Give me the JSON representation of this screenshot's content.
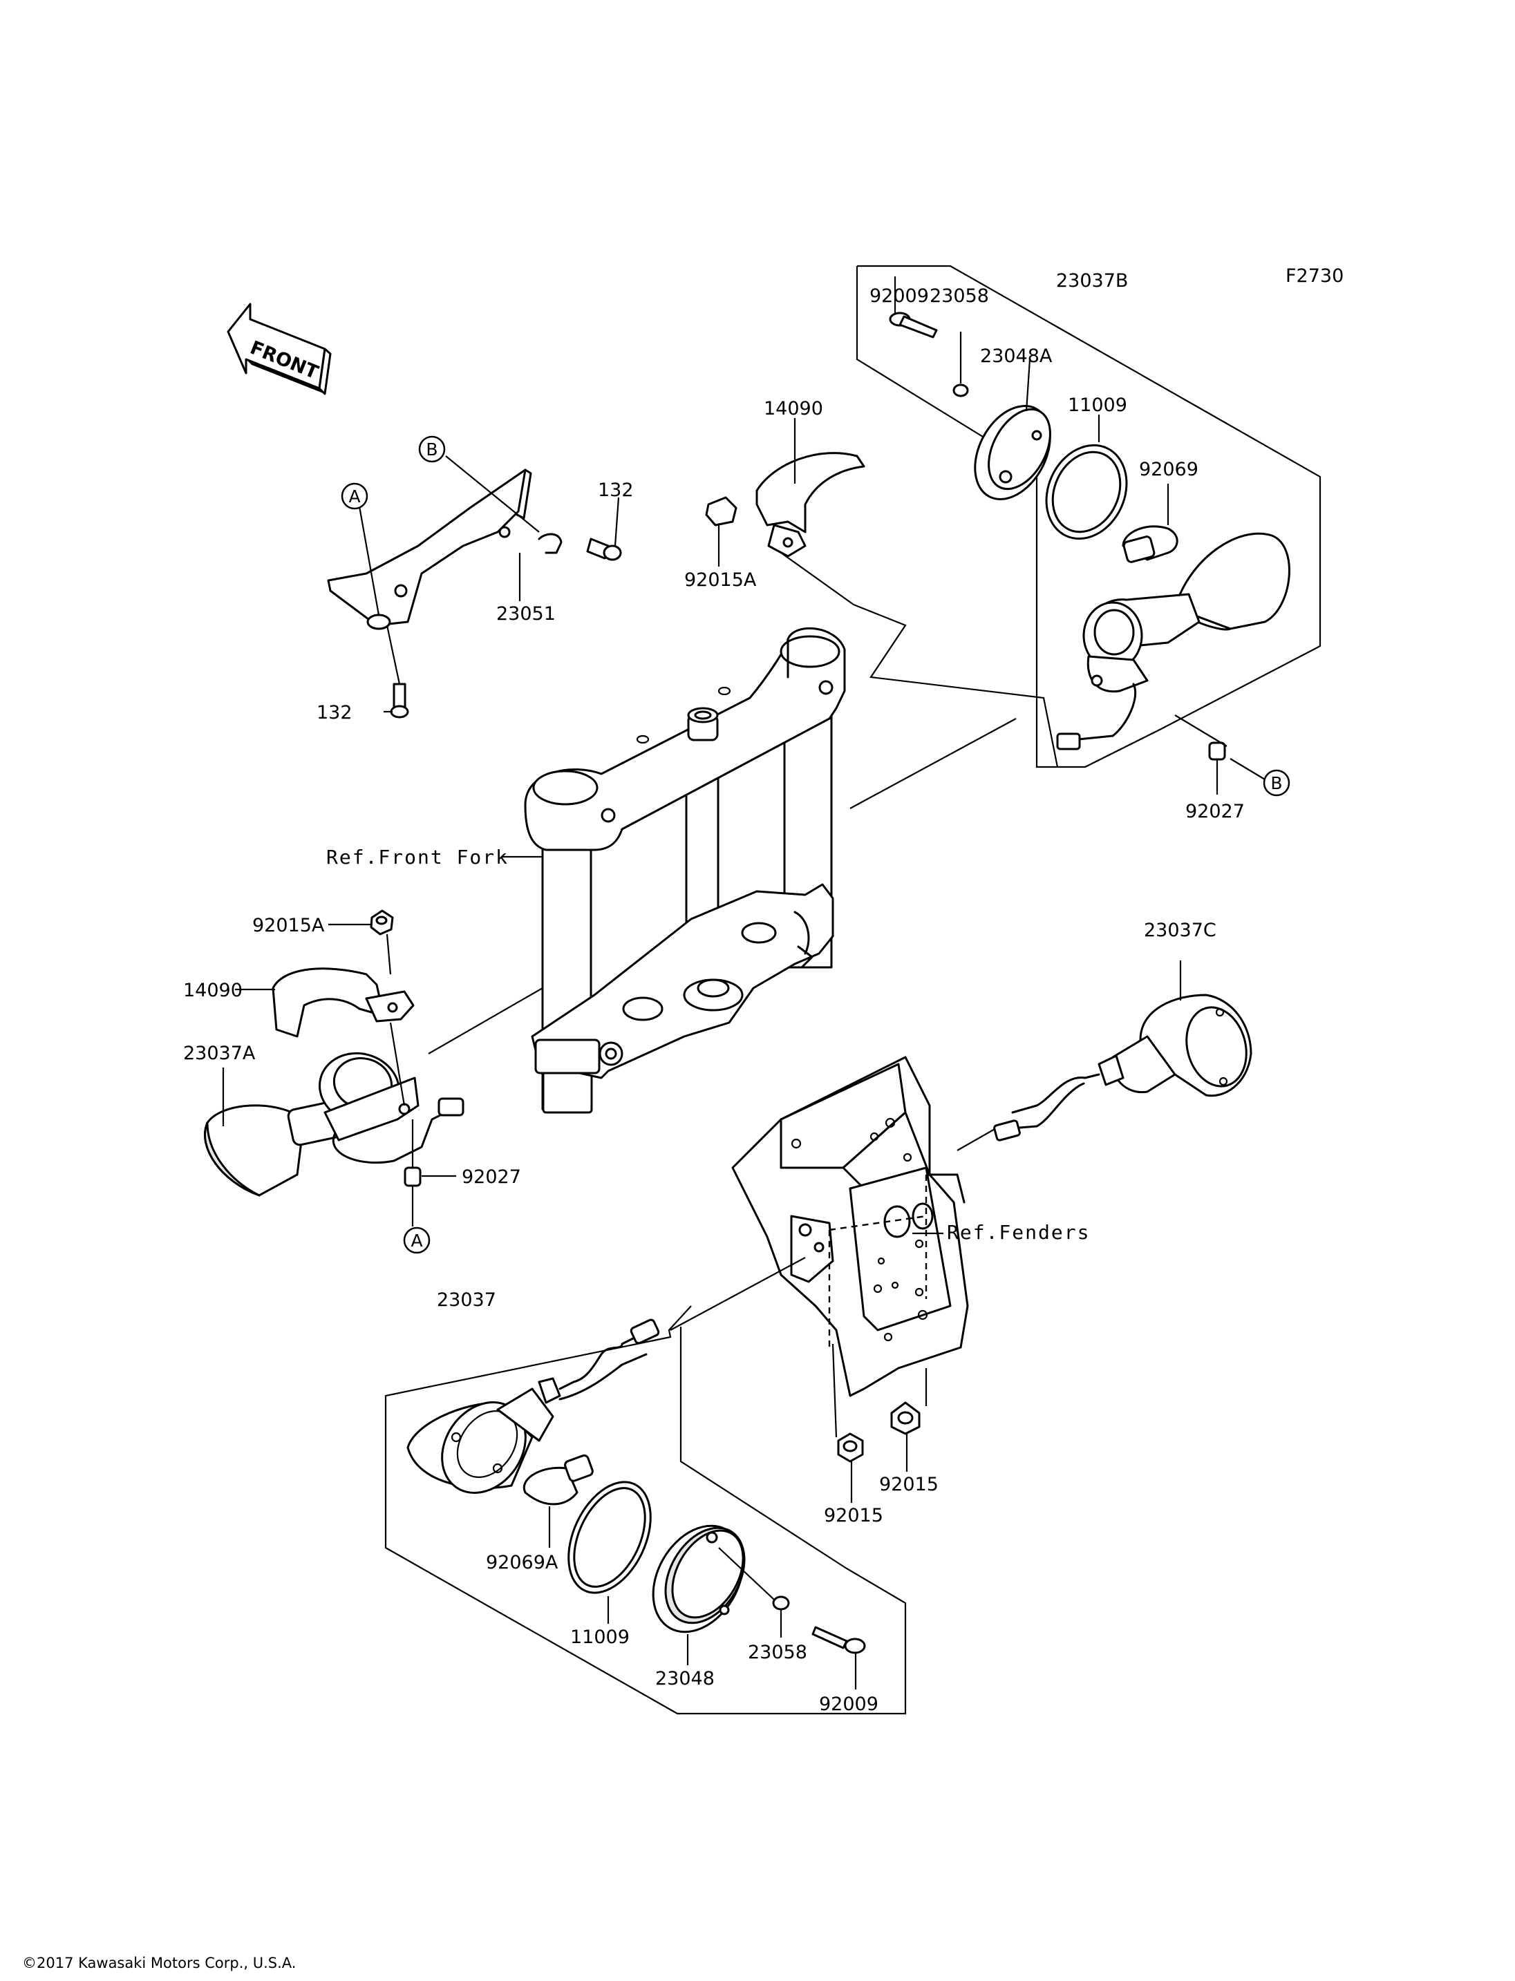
{
  "diagram_code": "F2730",
  "front_label": "FRONT",
  "copyright": "©2017 Kawasaki Motors Corp., U.S.A.",
  "references": {
    "front_fork": "Ref.Front Fork",
    "fenders": "Ref.Fenders"
  },
  "markers": {
    "a": "A",
    "b": "B"
  },
  "parts": {
    "p92009_top": "92009",
    "p23058_top": "23058",
    "p23048A": "23048A",
    "p23037B": "23037B",
    "p11009_top": "11009",
    "p92069": "92069",
    "p14090_top": "14090",
    "p92015A_top": "92015A",
    "p132_top": "132",
    "p23051": "23051",
    "p132_bottom": "132",
    "p92027_right": "92027",
    "p92015A_left": "92015A",
    "p14090_left": "14090",
    "p23037A": "23037A",
    "p92027_left": "92027",
    "p23037C": "23037C",
    "p23037": "23037",
    "p92069A": "92069A",
    "p11009_bottom": "11009",
    "p23048": "23048",
    "p23058_bottom": "23058",
    "p92009_bottom": "92009",
    "p92015_a": "92015",
    "p92015_b": "92015"
  }
}
